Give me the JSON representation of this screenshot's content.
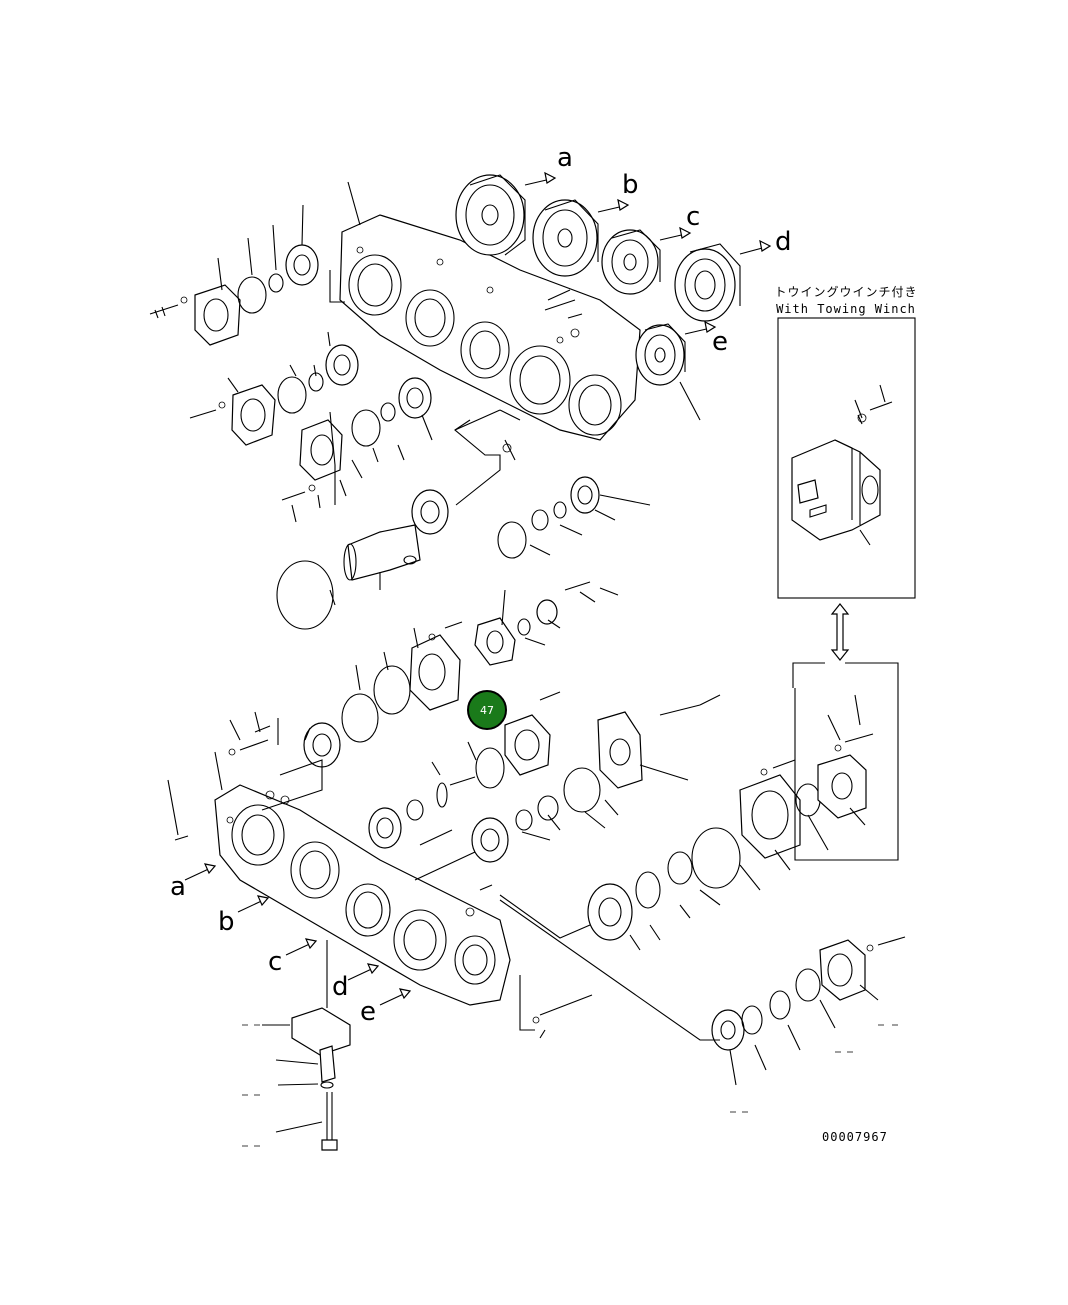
{
  "drawing": {
    "number": "00007967",
    "inset_title_jp": "トウイングウインチ付き",
    "inset_title_en": "With Towing Winch"
  },
  "callouts": {
    "a": "a",
    "b": "b",
    "c": "c",
    "d": "d",
    "e": "e"
  },
  "hotspot": {
    "label": "47",
    "color": "#1a7a1a"
  },
  "colors": {
    "line": "#000000",
    "background": "#ffffff"
  }
}
